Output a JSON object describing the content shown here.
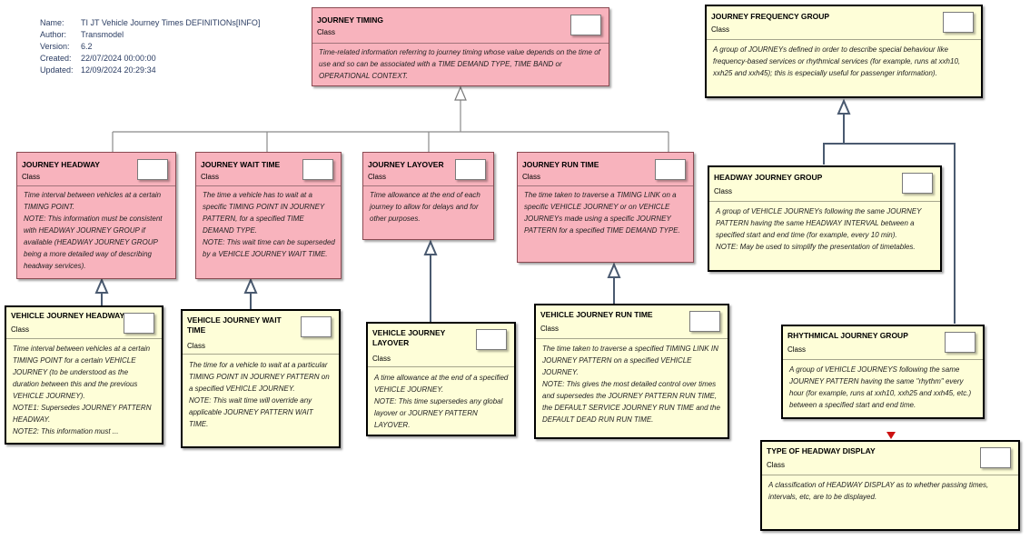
{
  "meta": {
    "name_key": "Name:",
    "name_val": "TI JT Vehicle Journey Times DEFINITIONs[INFO]",
    "author_key": "Author:",
    "author_val": "Transmodel",
    "version_key": "Version:",
    "version_val": "6.2",
    "created_key": "Created:",
    "created_val": "22/07/2024 00:00:00",
    "updated_key": "Updated:",
    "updated_val": "12/09/2024 20:29:34"
  },
  "boxes": {
    "journey_timing": {
      "title": "JOURNEY TIMING",
      "stereotype": "Class",
      "body": "Time-related information referring to journey timing whose value depends on the time of use and so can be associated with a TIME DEMAND TYPE, TIME BAND or OPERATIONAL CONTEXT."
    },
    "journey_frequency_group": {
      "title": "JOURNEY FREQUENCY GROUP",
      "stereotype": "Class",
      "body": "A group of JOURNEYs defined in order to describe special behaviour like frequency-based services or rhythmical services (for example, runs at xxh10, xxh25 and xxh45); this is especially useful for passenger information)."
    },
    "journey_headway": {
      "title": "JOURNEY HEADWAY",
      "stereotype": "Class",
      "body": "Time interval between vehicles at a certain TIMING POINT.\nNOTE: This information must be consistent with HEADWAY JOURNEY GROUP if available (HEADWAY JOURNEY GROUP being a more detailed way of describing headway services)."
    },
    "journey_wait_time": {
      "title": "JOURNEY WAIT TIME",
      "stereotype": "Class",
      "body": "The time a vehicle has to wait at a specific TIMING POINT IN JOURNEY PATTERN, for a specified TIME DEMAND TYPE.\nNOTE: This wait time can be superseded by a VEHICLE JOURNEY WAIT TIME."
    },
    "journey_layover": {
      "title": "JOURNEY LAYOVER",
      "stereotype": "Class",
      "body": "Time allowance at the end of each journey to allow for delays and for other purposes."
    },
    "journey_run_time": {
      "title": "JOURNEY RUN TIME",
      "stereotype": "Class",
      "body": "The time taken to traverse a TIMING LINK on a specific VEHICLE JOURNEY or on VEHICLE JOURNEYs made using a specific JOURNEY PATTERN for a specified TIME DEMAND TYPE."
    },
    "headway_journey_group": {
      "title": "HEADWAY JOURNEY GROUP",
      "stereotype": "Class",
      "body": "A group of VEHICLE JOURNEYs following the same JOURNEY PATTERN having the same HEADWAY INTERVAL between a specified start and end time (for example, every 10 min).\nNOTE: May be used to simplify the presentation of timetables."
    },
    "vehicle_journey_headway": {
      "title": "VEHICLE JOURNEY HEADWAY",
      "stereotype": "Class",
      "body": "Time interval between vehicles at a certain TIMING POINT for a certain VEHICLE JOURNEY (to be understood as the duration between this and the previous VEHICLE JOURNEY).\nNOTE1: Supersedes JOURNEY PATTERN HEADWAY.\nNOTE2: This information must ..."
    },
    "vehicle_journey_wait_time": {
      "title": "VEHICLE JOURNEY WAIT\nTIME",
      "stereotype": "Class",
      "body": "The time for a vehicle to wait at a particular TIMING POINT IN JOURNEY PATTERN on a specified VEHICLE JOURNEY.\nNOTE: This wait time will override any applicable JOURNEY PATTERN WAIT TIME."
    },
    "vehicle_journey_layover": {
      "title": "VEHICLE JOURNEY\nLAYOVER",
      "stereotype": "Class",
      "body": "A time allowance at the end of a specified VEHICLE JOURNEY.\nNOTE: This time supersedes any global layover or JOURNEY PATTERN LAYOVER."
    },
    "vehicle_journey_run_time": {
      "title": "VEHICLE JOURNEY RUN TIME",
      "stereotype": "Class",
      "body": "The time taken to traverse a specified TIMING LINK IN JOURNEY PATTERN on a specified VEHICLE JOURNEY.\nNOTE: This gives the most detailed control over times and supersedes the JOURNEY PATTERN RUN TIME, the DEFAULT SERVICE JOURNEY RUN TIME and the DEFAULT DEAD RUN RUN TIME."
    },
    "rhythmical_journey_group": {
      "title": "RHYTHMICAL JOURNEY GROUP",
      "stereotype": "Class",
      "body": "A group of VEHICLE JOURNEYS following the same JOURNEY PATTERN having the same \"rhythm\" every hour (for example, runs at xxh10, xxh25 and xxh45, etc.) between a specified start and end time."
    },
    "type_of_headway_display": {
      "title": "TYPE OF HEADWAY DISPLAY",
      "stereotype": "Class",
      "body": "A classification of HEADWAY DISPLAY as to whether passing times, intervals, etc, are to be displayed."
    }
  },
  "colors": {
    "pink_fill": "#f8b3bd",
    "yellow_fill": "#fefed8",
    "connector": "#4a5a70",
    "marker": "#cc1111"
  }
}
